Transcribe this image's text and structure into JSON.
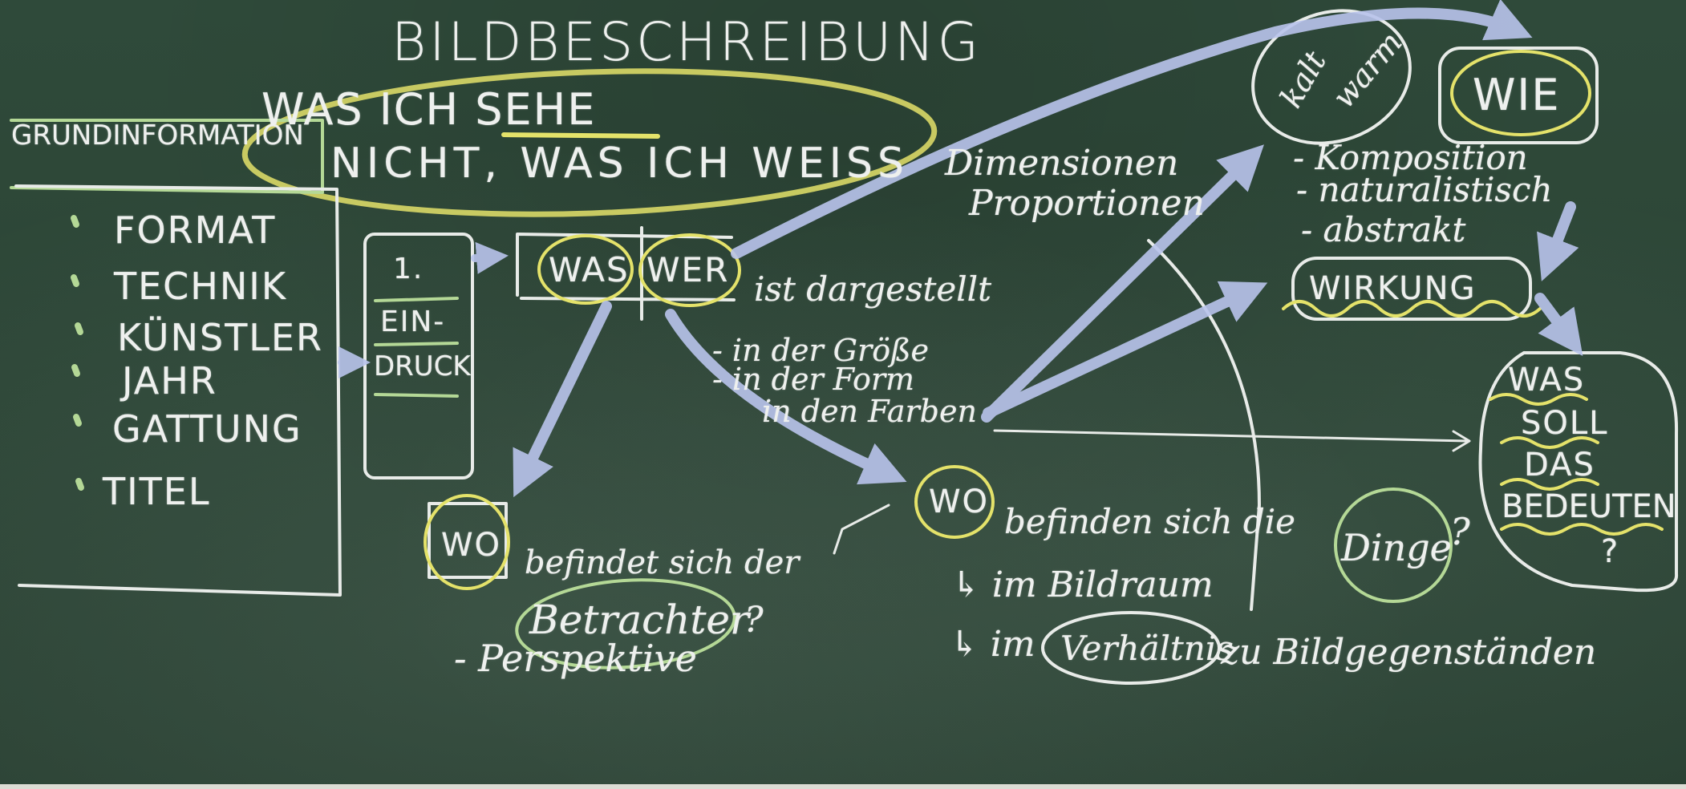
{
  "title": "BILDBESCHREIBUNG",
  "motto": {
    "line1": "WAS ICH SEHE",
    "line2": "NICHT, WAS ICH WEISS"
  },
  "grundinfo": {
    "heading": "GRUNDINFORMATION",
    "items": [
      "FORMAT",
      "TECHNIK",
      "KÜNSTLER",
      "JAHR",
      "GATTUNG",
      "TITEL"
    ]
  },
  "eindruck": {
    "number": "1.",
    "line1": "EIN-",
    "line2": "DRUCK"
  },
  "was_wer": {
    "was": "WAS",
    "wer": "WER",
    "suffix": "ist dargestellt"
  },
  "details": [
    "- in der Größe",
    "- in der Form",
    "in den Farben"
  ],
  "dimensionen": [
    "Dimensionen",
    "Proportionen"
  ],
  "kalt_warm": [
    "kalt",
    "warm"
  ],
  "wie": {
    "label": "WIE",
    "items": [
      "- Komposition",
      "- naturalistisch",
      "- abstrakt"
    ]
  },
  "wirkung": "WIRKUNG",
  "bedeuten": [
    "WAS",
    "SOLL",
    "DAS",
    "BEDEUTEN",
    "?"
  ],
  "betrachter": {
    "wo": "WO",
    "line1": "befindet sich der",
    "betrachter": "Betrachter",
    "question": "?",
    "perspektive": "- Perspektive"
  },
  "dinge": {
    "wo": "WO",
    "line1": "befinden sich die",
    "dinge": "Dinge",
    "question": "?",
    "bildraum": "↳ im Bildraum",
    "im": "↳ im",
    "verhaeltnis": "Verhältnis",
    "zu": "zu Bildgegenständen"
  },
  "colors": {
    "board": "#2c4536",
    "chalk_white": "#eef0ee",
    "chalk_yellow": "#e4e26a",
    "chalk_green": "#b4d896",
    "chalk_blue": "#b9c4ec"
  }
}
